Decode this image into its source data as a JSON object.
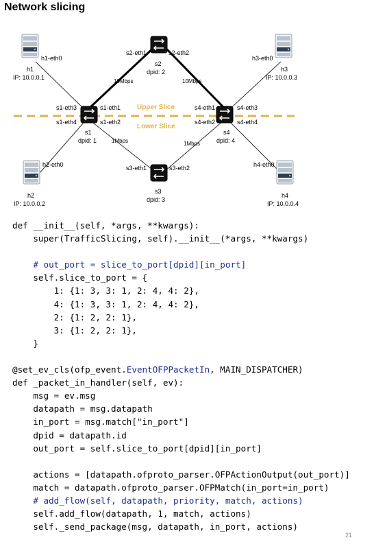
{
  "title": "Network slicing",
  "diagram": {
    "hosts": [
      {
        "id": "h1",
        "name": "h1",
        "ip": "IP: 10.0.0.1",
        "iface": "h1-eth0"
      },
      {
        "id": "h2",
        "name": "h2",
        "ip": "IP: 10.0.0.2",
        "iface": "h2-eth0"
      },
      {
        "id": "h3",
        "name": "h3",
        "ip": "IP: 10.0.0.3",
        "iface": "h3-eth0"
      },
      {
        "id": "h4",
        "name": "h4",
        "ip": "IP: 10.0.0.4",
        "iface": "h4-eth0"
      }
    ],
    "switches": [
      {
        "id": "s1",
        "name": "s1",
        "dpid": "dpid: 1"
      },
      {
        "id": "s2",
        "name": "s2",
        "dpid": "dpid: 2"
      },
      {
        "id": "s3",
        "name": "s3",
        "dpid": "dpid: 3"
      },
      {
        "id": "s4",
        "name": "s4",
        "dpid": "dpid: 4"
      }
    ],
    "port_labels": {
      "s1_eth1": "s1-eth1",
      "s1_eth2": "s1-eth2",
      "s1_eth3": "s1-eth3",
      "s1_eth4": "s1-eth4",
      "s2_eth1": "s2-eth1",
      "s2_eth2": "s2-eth2",
      "s3_eth1": "s3-eth1",
      "s3_eth2": "s3-eth2",
      "s4_eth1": "s4-eth1",
      "s4_eth2": "s4-eth2",
      "s4_eth3": "s4-eth3",
      "s4_eth4": "s4-eth4"
    },
    "links": {
      "upper_left": "10Mbps",
      "upper_right": "10Mbps",
      "lower_left": "1Mbps",
      "lower_right": "1Mbps"
    },
    "slices": {
      "upper": "Upper Slice",
      "lower": "Lower Slice"
    },
    "colors": {
      "slice_line": "#e3b24c",
      "upper_link": "#000000",
      "lower_link": "#333333"
    }
  },
  "code": {
    "lines": [
      [
        {
          "t": "def __init__(self, *args, **kwargs):"
        }
      ],
      [
        {
          "t": "    super(TrafficSlicing, self).__init__(*args, **kwargs)"
        }
      ],
      [
        {
          "t": ""
        }
      ],
      [
        {
          "t": "    "
        },
        {
          "t": "# out_port = slice_to_port[dpid][in_port]",
          "c": "cm"
        }
      ],
      [
        {
          "t": "    self.slice_to_port = {"
        }
      ],
      [
        {
          "t": "        1: {1: 3, 3: 1, 2: 4, 4: 2},"
        }
      ],
      [
        {
          "t": "        4: {1: 3, 3: 1, 2: 4, 4: 2},"
        }
      ],
      [
        {
          "t": "        2: {1: 2, 2: 1},"
        }
      ],
      [
        {
          "t": "        3: {1: 2, 2: 1},"
        }
      ],
      [
        {
          "t": "    }"
        }
      ],
      [
        {
          "t": ""
        }
      ],
      [
        {
          "t": "@set_ev_cls(ofp_event."
        },
        {
          "t": "EventOFPPacketIn",
          "c": "dec"
        },
        {
          "t": ", MAIN_DISPATCHER)"
        }
      ],
      [
        {
          "t": "def _packet_in_handler(self, ev):"
        }
      ],
      [
        {
          "t": "    msg = ev.msg"
        }
      ],
      [
        {
          "t": "    datapath = msg.datapath"
        }
      ],
      [
        {
          "t": "    in_port = msg.match[\"in_port\"]"
        }
      ],
      [
        {
          "t": "    dpid = datapath.id"
        }
      ],
      [
        {
          "t": "    out_port = self.slice_to_port[dpid][in_port]"
        }
      ],
      [
        {
          "t": ""
        }
      ],
      [
        {
          "t": "    actions = [datapath.ofproto_parser.OFPActionOutput(out_port)]"
        }
      ],
      [
        {
          "t": "    match = datapath.ofproto_parser.OFPMatch(in_port=in_port)"
        }
      ],
      [
        {
          "t": "    "
        },
        {
          "t": "# add_flow(self, datapath, priority, match, actions)",
          "c": "cm"
        }
      ],
      [
        {
          "t": "    self.add_flow(datapath, 1, match, actions)"
        }
      ],
      [
        {
          "t": "    self._send_package(msg, datapath, in_port, actions)"
        }
      ]
    ]
  },
  "page_number": "21"
}
